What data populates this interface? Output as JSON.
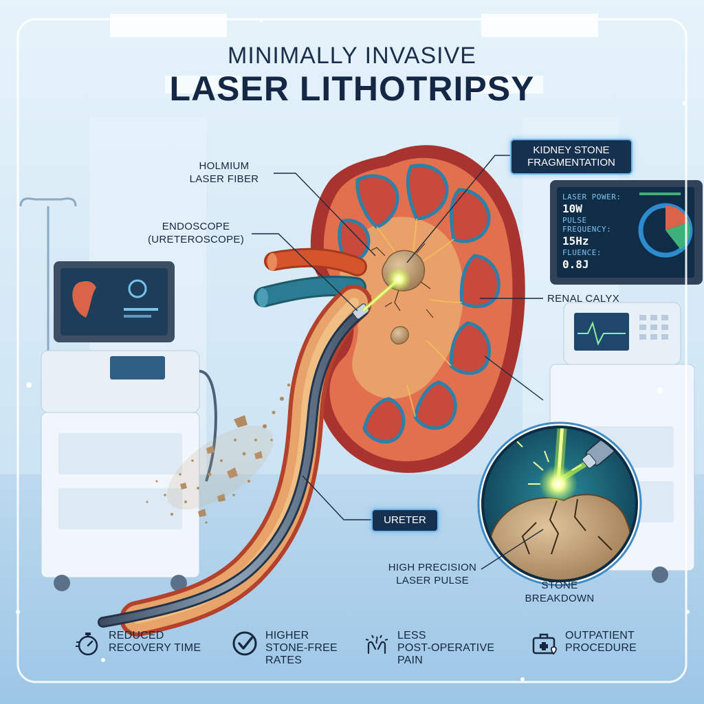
{
  "title": {
    "line1": "MINIMALLY INVASIVE",
    "line2": "LASER LITHOTRIPSY"
  },
  "labels": {
    "holmium_fiber": [
      "HOLMIUM",
      "LASER FIBER"
    ],
    "endoscope": [
      "ENDOSCOPE",
      "(URETEROSCOPE)"
    ],
    "kidney_stone": [
      "KIDNEY STONE",
      "FRAGMENTATION"
    ],
    "renal_calyx": "RENAL CALYX",
    "ureter": "URETER",
    "high_precision": [
      "HIGH PRECISION",
      "LASER PULSE"
    ],
    "stone_breakdown": [
      "STONE",
      "BREAKDOWN"
    ]
  },
  "monitor": {
    "laser_power_label": "LASER POWER:",
    "laser_power_value": "10W",
    "pulse_frequency_label": "PULSE FREQUENCY:",
    "pulse_frequency_value": "15Hz",
    "fluence_label": "FLUENCE:",
    "fluence_value": "0.8J"
  },
  "benefits": [
    {
      "icon": "stopwatch-icon",
      "lines": [
        "REDUCED",
        "RECOVERY TIME"
      ]
    },
    {
      "icon": "checkmark-circle-icon",
      "lines": [
        "HIGHER",
        "STONE-FREE",
        "RATES"
      ]
    },
    {
      "icon": "calm-hands-icon",
      "lines": [
        "LESS",
        "POST-OPERATIVE",
        "PAIN"
      ]
    },
    {
      "icon": "medical-kit-icon",
      "lines": [
        "OUTPATIENT",
        "PROCEDURE"
      ]
    }
  ],
  "colors": {
    "background": "#d9ecf8",
    "title": "#142845",
    "kidney_outer": "#a8332f",
    "kidney_cortex": "#e2704f",
    "medulla": "#c94a3c",
    "calyx_blue": "#2f7fa6",
    "artery": "#d5542b",
    "vein": "#2b7c93",
    "laser_green": "#b6f23c",
    "stone": "#c9a47a",
    "label_pill": "#16304f"
  }
}
